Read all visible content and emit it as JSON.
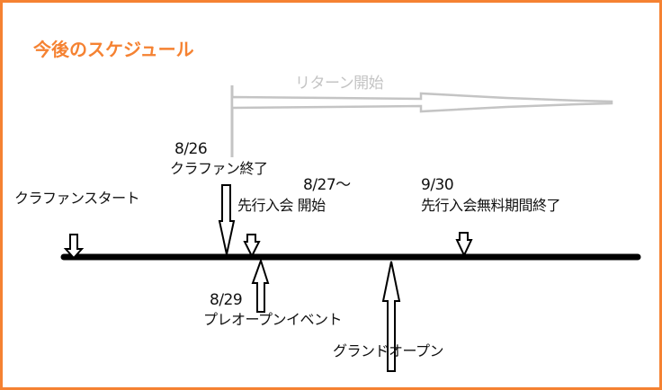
{
  "title": "今後のスケジュール",
  "colors": {
    "accent": "#f58232",
    "return": "#c4c4c4",
    "line": "#000000"
  },
  "return_period": {
    "label": "リターン開始"
  },
  "events": {
    "crowdfunding_start": {
      "label": "クラファンスタート"
    },
    "crowdfunding_end": {
      "date": "8/26",
      "label": "クラファン終了"
    },
    "early_membership_start": {
      "date": "8/27～",
      "label": "先行入会 開始"
    },
    "free_period_end": {
      "date": "9/30",
      "label": "先行入会無料期間終了"
    },
    "pre_open_event": {
      "date": "8/29",
      "label": "プレオープンイベント"
    },
    "grand_open": {
      "label": "グランドオープン"
    }
  }
}
